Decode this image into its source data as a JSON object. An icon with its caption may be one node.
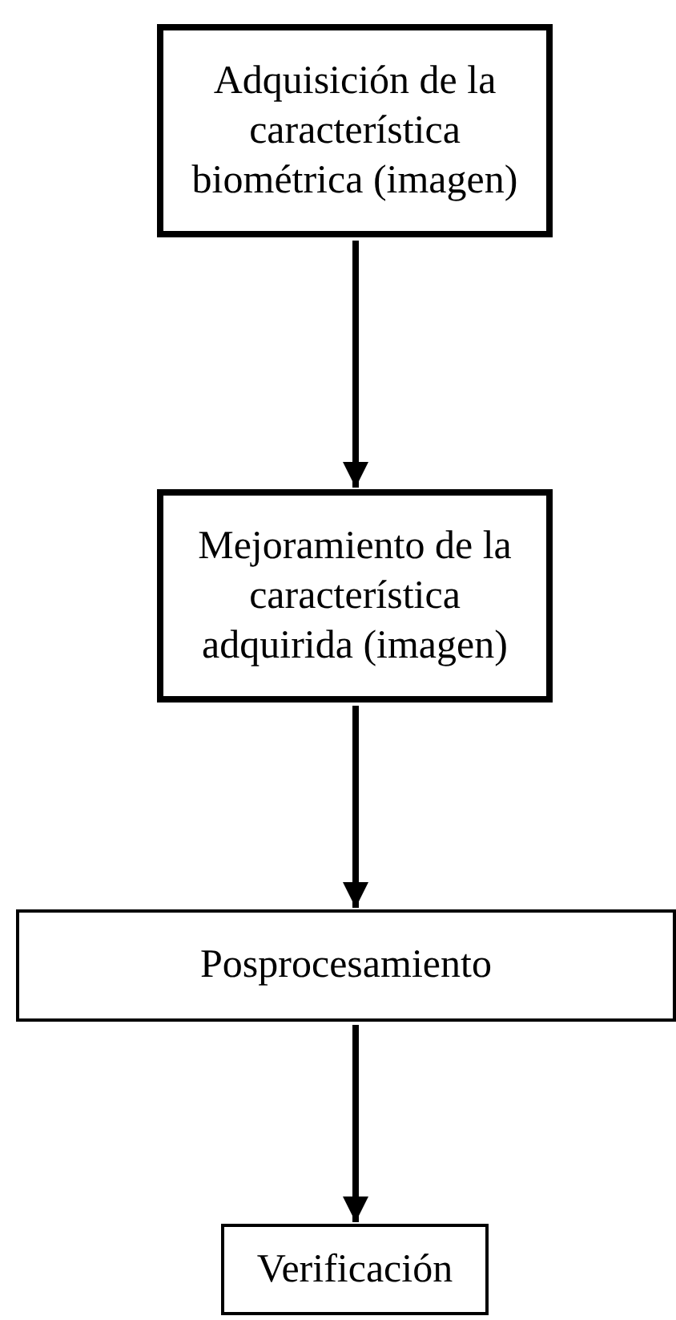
{
  "diagram": {
    "nodes": [
      {
        "text": [
          "Adquisición de la característica biométrica (imagen)"
        ]
      },
      {
        "text": [
          "Mejoramiento de la característica adquirida (imagen)"
        ]
      },
      {
        "text": [
          "Posprocesamiento"
        ]
      },
      {
        "text": [
          "Verificación"
        ]
      }
    ],
    "edges": [
      {
        "from": 0,
        "to": 1,
        "arrow": "to"
      },
      {
        "from": 1,
        "to": 2,
        "arrow": "to"
      },
      {
        "from": 2,
        "to": 3,
        "arrow": "to"
      }
    ]
  }
}
